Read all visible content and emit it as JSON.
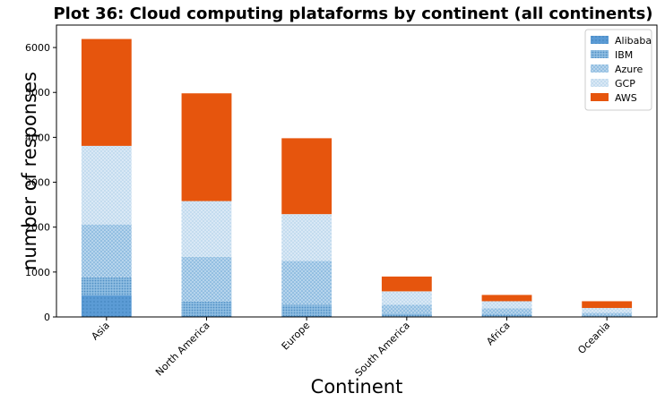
{
  "chart_data": {
    "type": "bar",
    "stacked": true,
    "title": "Plot 36: Cloud computing plataforms by continent (all continents)",
    "xlabel": "Continent",
    "ylabel": "number of responses",
    "categories": [
      "Asia",
      "North America",
      "Europe",
      "South America",
      "Africa",
      "Oceania"
    ],
    "ylim": [
      0,
      6500
    ],
    "yticks": [
      0,
      1000,
      2000,
      3000,
      4000,
      5000,
      6000
    ],
    "legend_position": "top-right",
    "series": [
      {
        "name": "Alibaba",
        "color": "#5b9bd5",
        "pattern": "dots",
        "values": [
          480,
          20,
          20,
          10,
          10,
          10
        ]
      },
      {
        "name": "IBM",
        "color": "#6aa6d0",
        "pattern": "dense",
        "values": [
          400,
          320,
          250,
          60,
          40,
          20
        ]
      },
      {
        "name": "Azure",
        "color": "#9cc4e4",
        "pattern": "dots",
        "values": [
          1180,
          1000,
          980,
          200,
          140,
          60
        ]
      },
      {
        "name": "GCP",
        "color": "#c6dcee",
        "pattern": "dots",
        "values": [
          1750,
          1240,
          1040,
          300,
          160,
          110
        ]
      },
      {
        "name": "AWS",
        "color": "#e6550d",
        "pattern": "solid",
        "values": [
          2380,
          2400,
          1690,
          330,
          140,
          150
        ]
      }
    ]
  }
}
